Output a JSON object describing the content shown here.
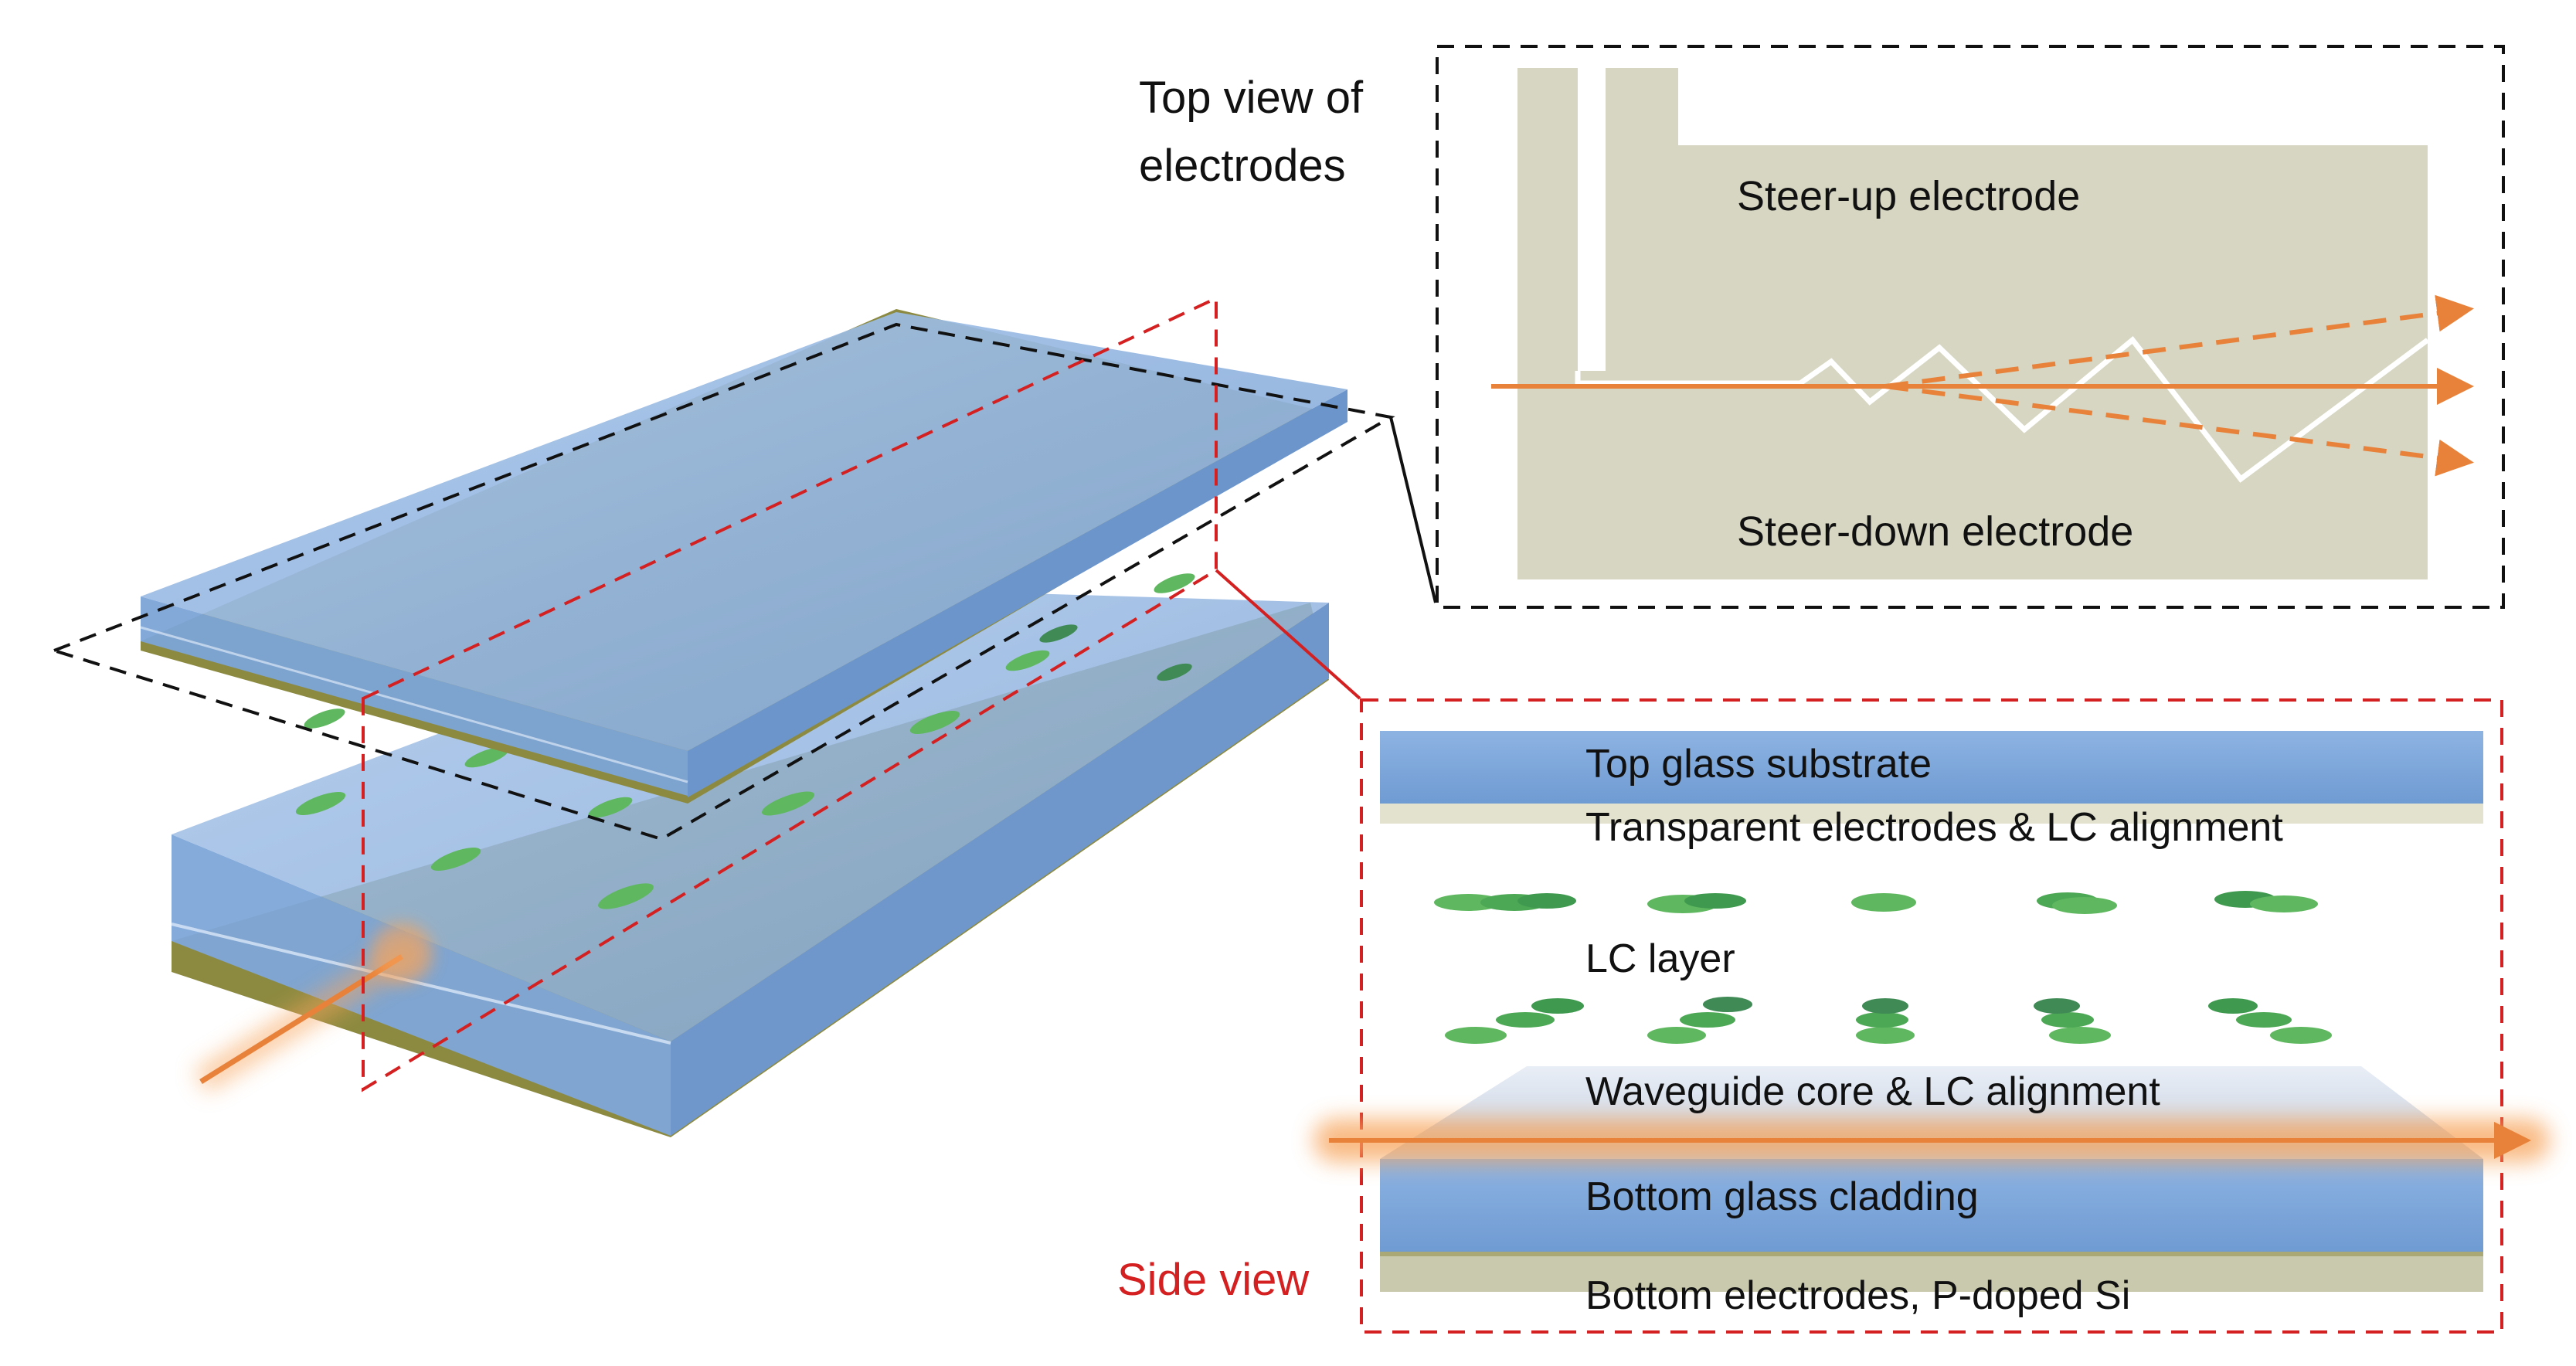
{
  "top_view": {
    "title_line1": "Top view of",
    "title_line2": "electrodes",
    "steer_up_label": "Steer-up electrode",
    "steer_down_label": "Steer-down electrode"
  },
  "side_view": {
    "title": "Side view",
    "layers": {
      "top_glass": "Top glass substrate",
      "transparent_electrodes": "Transparent electrodes & LC alignment",
      "lc_layer": "LC layer",
      "waveguide_core": "Waveguide core & LC alignment",
      "bottom_glass": "Bottom glass cladding",
      "bottom_electrodes": "Bottom electrodes, P-doped Si"
    }
  },
  "colors": {
    "glass": "#7fa8d8",
    "electrode": "#d6d6c2",
    "beam": "#e8823a",
    "lc_molecule": "#5fb85f",
    "side_view_accent": "#d42020",
    "gold_layer": "#8c8a40"
  }
}
